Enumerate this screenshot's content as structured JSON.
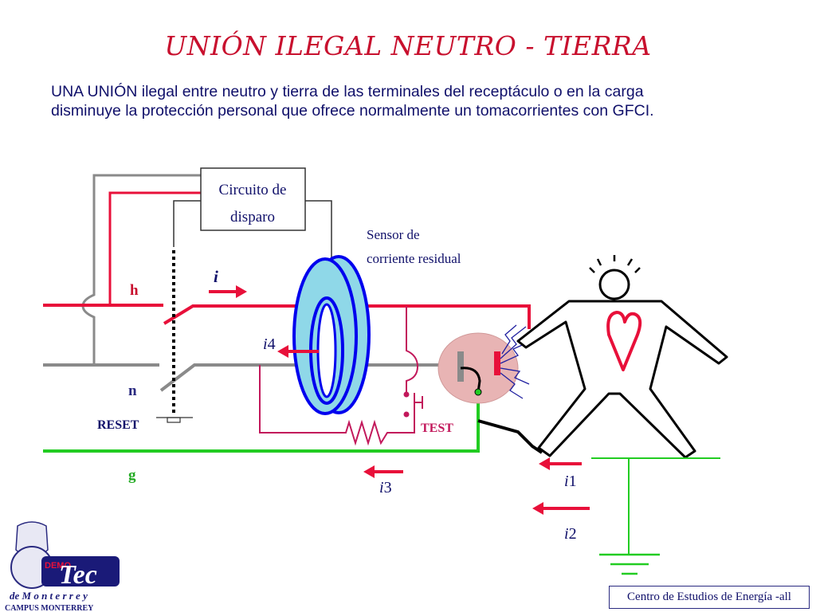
{
  "title": "UNIÓN ILEGAL NEUTRO - TIERRA",
  "intro": {
    "line1": "UNA UNIÓN ilegal entre neutro y tierra de las terminales del receptáculo o en la carga",
    "line2": "disminuye la protección personal que ofrece normalmente un tomacorrientes con GFCI."
  },
  "diagram": {
    "trip_circuit": {
      "line1": "Circuito de",
      "line2": "disparo"
    },
    "sensor": {
      "line1": "Sensor de",
      "line2": "corriente residual"
    },
    "conductors": {
      "hot": "h",
      "neutral": "n",
      "ground": "g"
    },
    "buttons": {
      "reset": "RESET",
      "test": "TEST"
    },
    "currents": {
      "i": "i",
      "i4_sym": "i",
      "i4_sub": "4",
      "i3_sym": "i",
      "i3_sub": "3",
      "i1_sym": "i",
      "i1_sub": "1",
      "i2_sym": "i",
      "i2_sub": "2"
    }
  },
  "logo": {
    "demo": "DEMO",
    "mark": "Tec",
    "line1": "de  M o n t e r r e y",
    "line2": "CAMPUS MONTERREY"
  },
  "footer": {
    "text": "Centro de Estudios de Energía -all"
  },
  "colors": {
    "title": "#c8102e",
    "text": "#10106a",
    "hot": "#e8103a",
    "neutral": "#8a8a8a",
    "ground": "#22cc22",
    "toroid_outer": "#0000ee",
    "toroid_fill": "#8fd8e8",
    "magenta": "#c2185b",
    "arrow": "#e8103a"
  }
}
